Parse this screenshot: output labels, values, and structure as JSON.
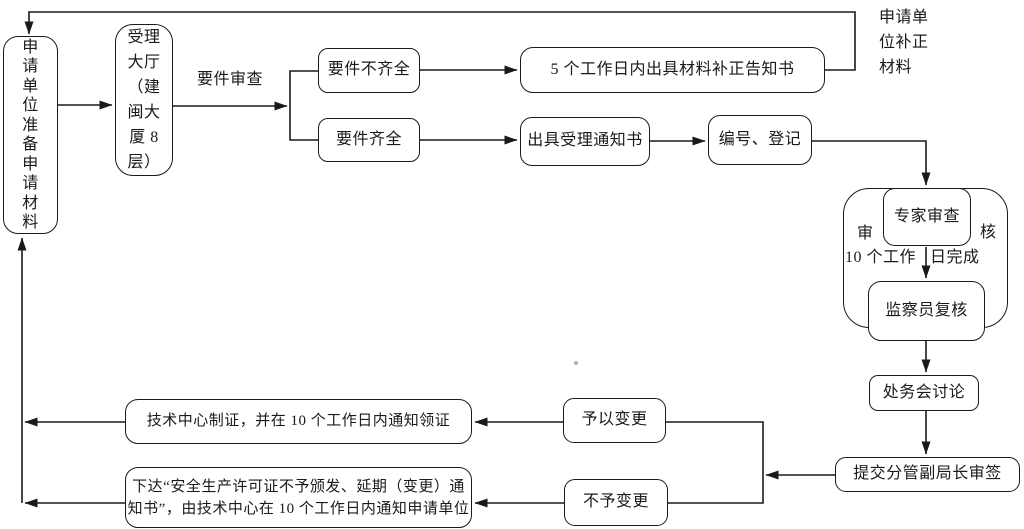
{
  "diagram": {
    "colors": {
      "line": "#1a1a1a",
      "background": "#ffffff"
    },
    "nodes": {
      "prepare": "申\n请\n单\n位\n准\n备\n申\n请\n材\n料",
      "reception_hall": "受理\n大厅\n（建\n闽大\n厦 8\n层）",
      "incomplete": "要件不齐全",
      "correction_notice": "5 个工作日内出具材料补正告知书",
      "complete": "要件齐全",
      "acceptance_notice": "出具受理通知书",
      "numbering": "编号、登记",
      "expert_review": "专家审查",
      "inspector_recheck": "监察员复核",
      "office_meeting": "处务会讨论",
      "deputy_sign": "提交分管副局长审签",
      "approve_change": "予以变更",
      "deny_change": "不予变更",
      "issue_certificate": "技术中心制证，并在 10 个工作日内通知领证",
      "denial_notice": "下达“安全生产许可证不予颁发、延期（变更）通\n知书”，由技术中心在 10 个工作日内通知申请单位"
    },
    "labels": {
      "document_review": "要件审查",
      "supplement_materials": "申请单\n位补正\n材料",
      "audit_left": "审",
      "audit_right": "核",
      "audit_duration_left": "10 个工作",
      "audit_duration_right": "日完成"
    }
  }
}
